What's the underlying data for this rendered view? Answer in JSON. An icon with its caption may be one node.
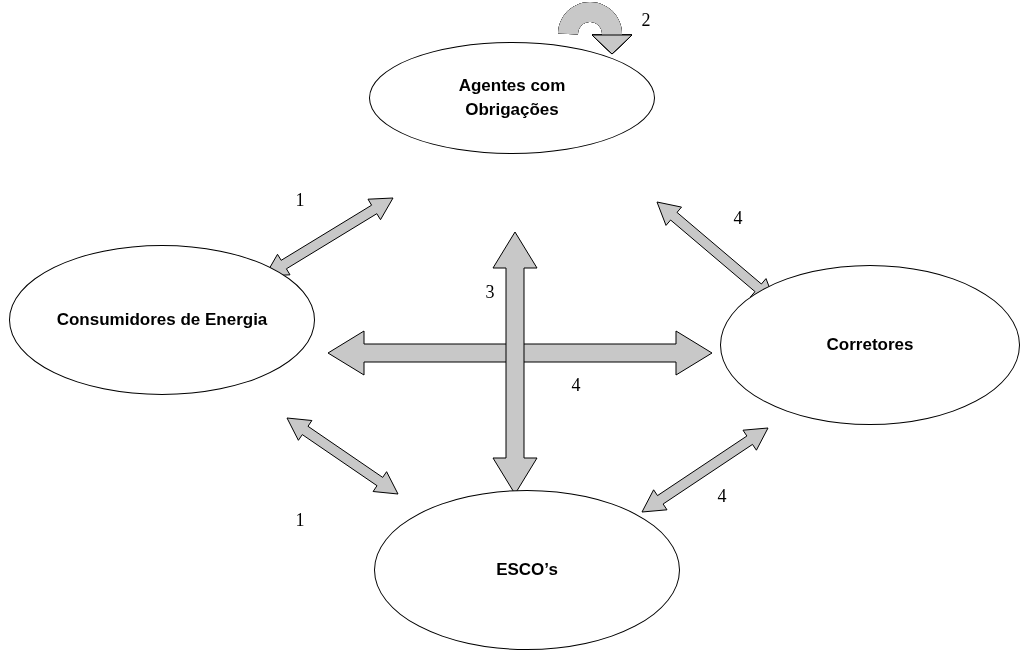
{
  "diagram": {
    "nodes": [
      {
        "text": [
          "Agentes com Obrigações"
        ]
      },
      {
        "text": [
          "Consumidores de Energia"
        ]
      },
      {
        "text": [
          "Corretores"
        ]
      },
      {
        "text": [
          "ESCO’s"
        ]
      }
    ],
    "edges": [
      {
        "from": 0,
        "to": 1,
        "arrow": "both",
        "label": "1"
      },
      {
        "from": 0,
        "to": 0,
        "arrow": "to",
        "label": "2"
      },
      {
        "from": 0,
        "to": 3,
        "arrow": "both",
        "label": "3",
        "style": "thick"
      },
      {
        "from": 1,
        "to": 2,
        "arrow": "both",
        "label": "4",
        "style": "thick"
      },
      {
        "from": 0,
        "to": 2,
        "arrow": "both",
        "label": "4"
      },
      {
        "from": 1,
        "to": 3,
        "arrow": "both",
        "label": "1"
      },
      {
        "from": 2,
        "to": 3,
        "arrow": "both",
        "label": "4"
      }
    ]
  }
}
